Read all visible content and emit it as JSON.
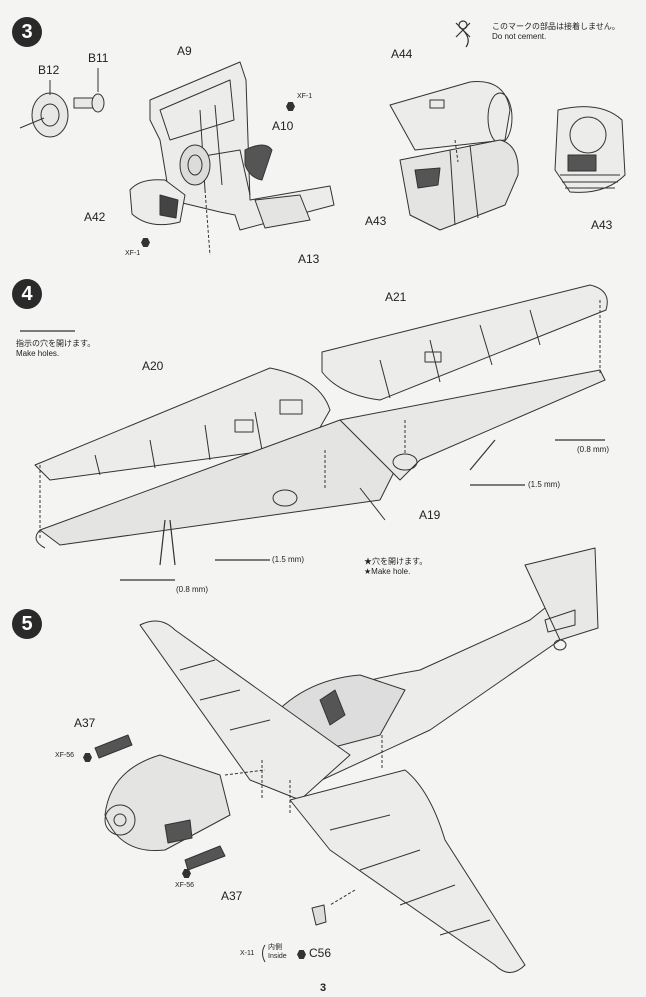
{
  "steps": {
    "s3": "3",
    "s4": "4",
    "s5": "5"
  },
  "legend_cement": {
    "jp": "このマークの部品は接着しません。",
    "en": "Do not cement."
  },
  "step3": {
    "parts": {
      "b12": "B12",
      "b11": "B11",
      "a9": "A9",
      "a10": "A10",
      "a42": "A42",
      "a13": "A13",
      "a44": "A44",
      "a43_left": "A43",
      "a43_right": "A43"
    },
    "paint_a9": "XF-1",
    "paint_a42": "XF-1"
  },
  "step4": {
    "holes_jp": "指示の穴を開けます。",
    "holes_en": "Make holes.",
    "parts": {
      "a20": "A20",
      "a21": "A21",
      "a19": "A19"
    },
    "drill_right_small": "(0.8 mm)",
    "drill_right_large": "(1.5 mm)",
    "drill_left_large": "(1.5 mm)",
    "drill_left_small": "(0.8 mm)",
    "star_jp": "★穴を開けます。",
    "star_en": "★Make hole."
  },
  "step5": {
    "parts": {
      "a37_top": "A37",
      "a37_bottom": "A37",
      "c56": "C56"
    },
    "paint_top": "XF-56",
    "paint_bottom": "XF-56",
    "x11": "X-11",
    "inside_jp": "内側",
    "inside_en": "Inside"
  },
  "page_number": "3",
  "colors": {
    "ink": "#222222",
    "paper": "#f4f4f2"
  }
}
